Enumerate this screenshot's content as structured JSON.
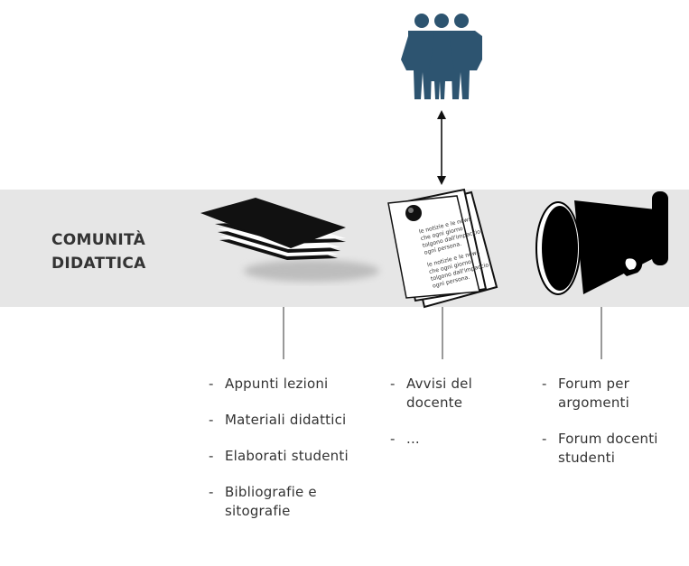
{
  "band": {
    "title_line1": "COMUNITÀ",
    "title_line2": "DIDATTICA"
  },
  "notice_text": {
    "block1": [
      "le notizie e le news",
      "che ogni giorno",
      "tolgono dall'impaccio",
      "ogni persona."
    ],
    "block2": [
      "le notizie e le news",
      "che ogni giorno",
      "tolgono dall'impaccio",
      "ogni persona."
    ]
  },
  "columns": [
    {
      "items": [
        "Appunti lezioni",
        "Materiali didattici",
        "Elaborati studenti",
        "Bibliografie e sitografie"
      ]
    },
    {
      "items": [
        "Avvisi del docente",
        "..."
      ]
    },
    {
      "items": [
        "Forum per argomenti",
        "Forum docenti studenti"
      ]
    }
  ],
  "colors": {
    "people": "#2d5470",
    "band": "#e6e6e6",
    "text": "#333333"
  },
  "icons": {
    "people": "group-of-people-icon",
    "papers": "paper-stack-icon",
    "notice": "pinned-notice-icon",
    "megaphone": "megaphone-icon"
  }
}
